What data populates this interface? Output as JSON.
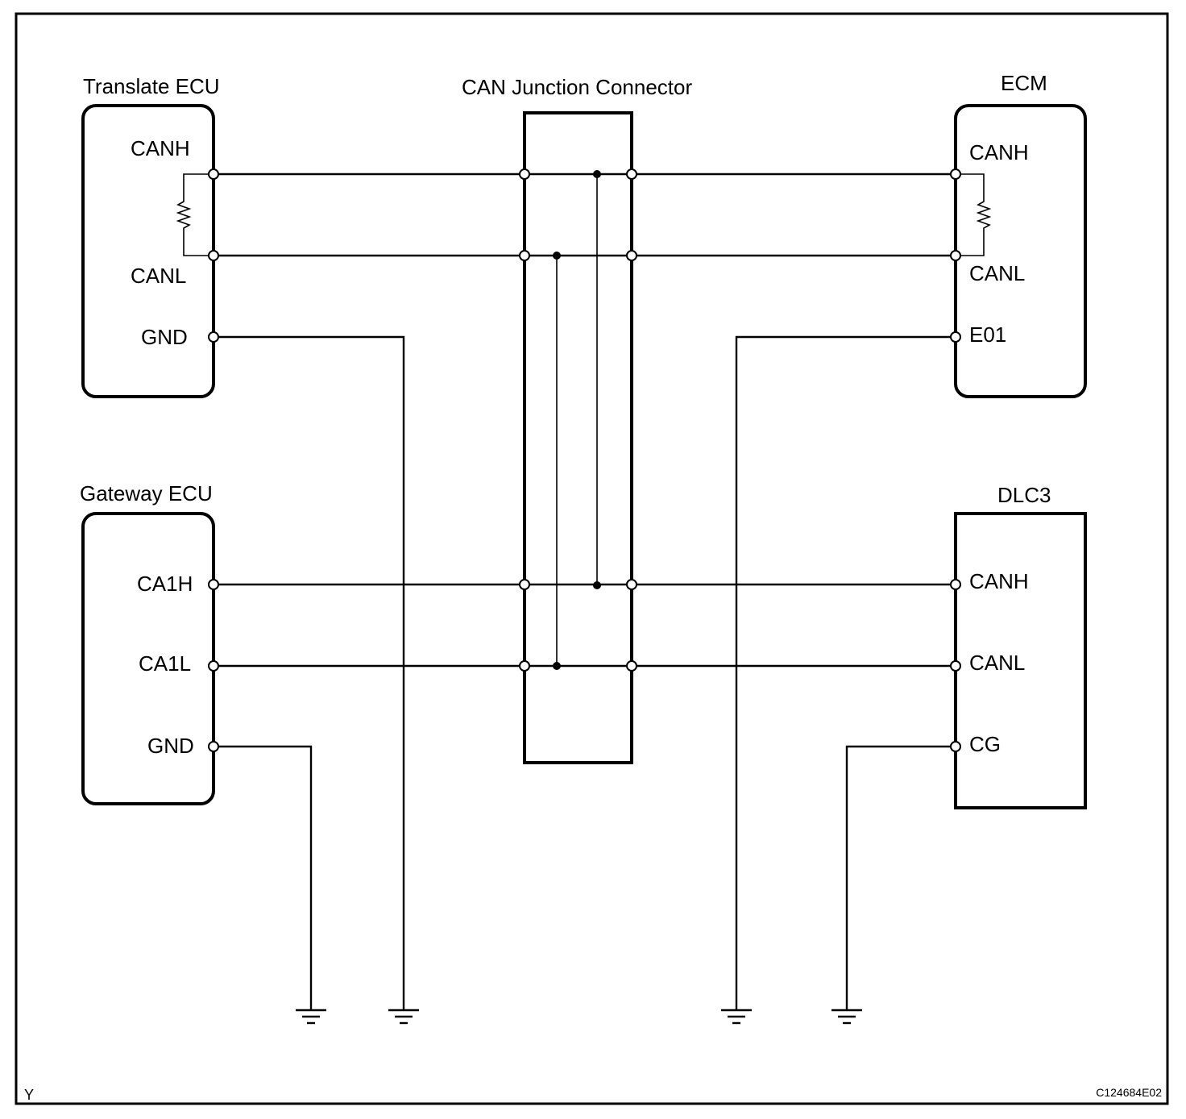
{
  "components": {
    "translate_ecu": {
      "title": "Translate ECU",
      "pins": {
        "canh": "CANH",
        "canl": "CANL",
        "gnd": "GND"
      }
    },
    "can_junction": {
      "title": "CAN Junction Connector"
    },
    "ecm": {
      "title": "ECM",
      "pins": {
        "canh": "CANH",
        "canl": "CANL",
        "e01": "E01"
      }
    },
    "gateway_ecu": {
      "title": "Gateway ECU",
      "pins": {
        "ca1h": "CA1H",
        "ca1l": "CA1L",
        "gnd": "GND"
      }
    },
    "dlc3": {
      "title": "DLC3",
      "pins": {
        "canh": "CANH",
        "canl": "CANL",
        "cg": "CG"
      }
    }
  },
  "footer": {
    "corner_mark": "Y",
    "figure_code": "C124684E02"
  }
}
